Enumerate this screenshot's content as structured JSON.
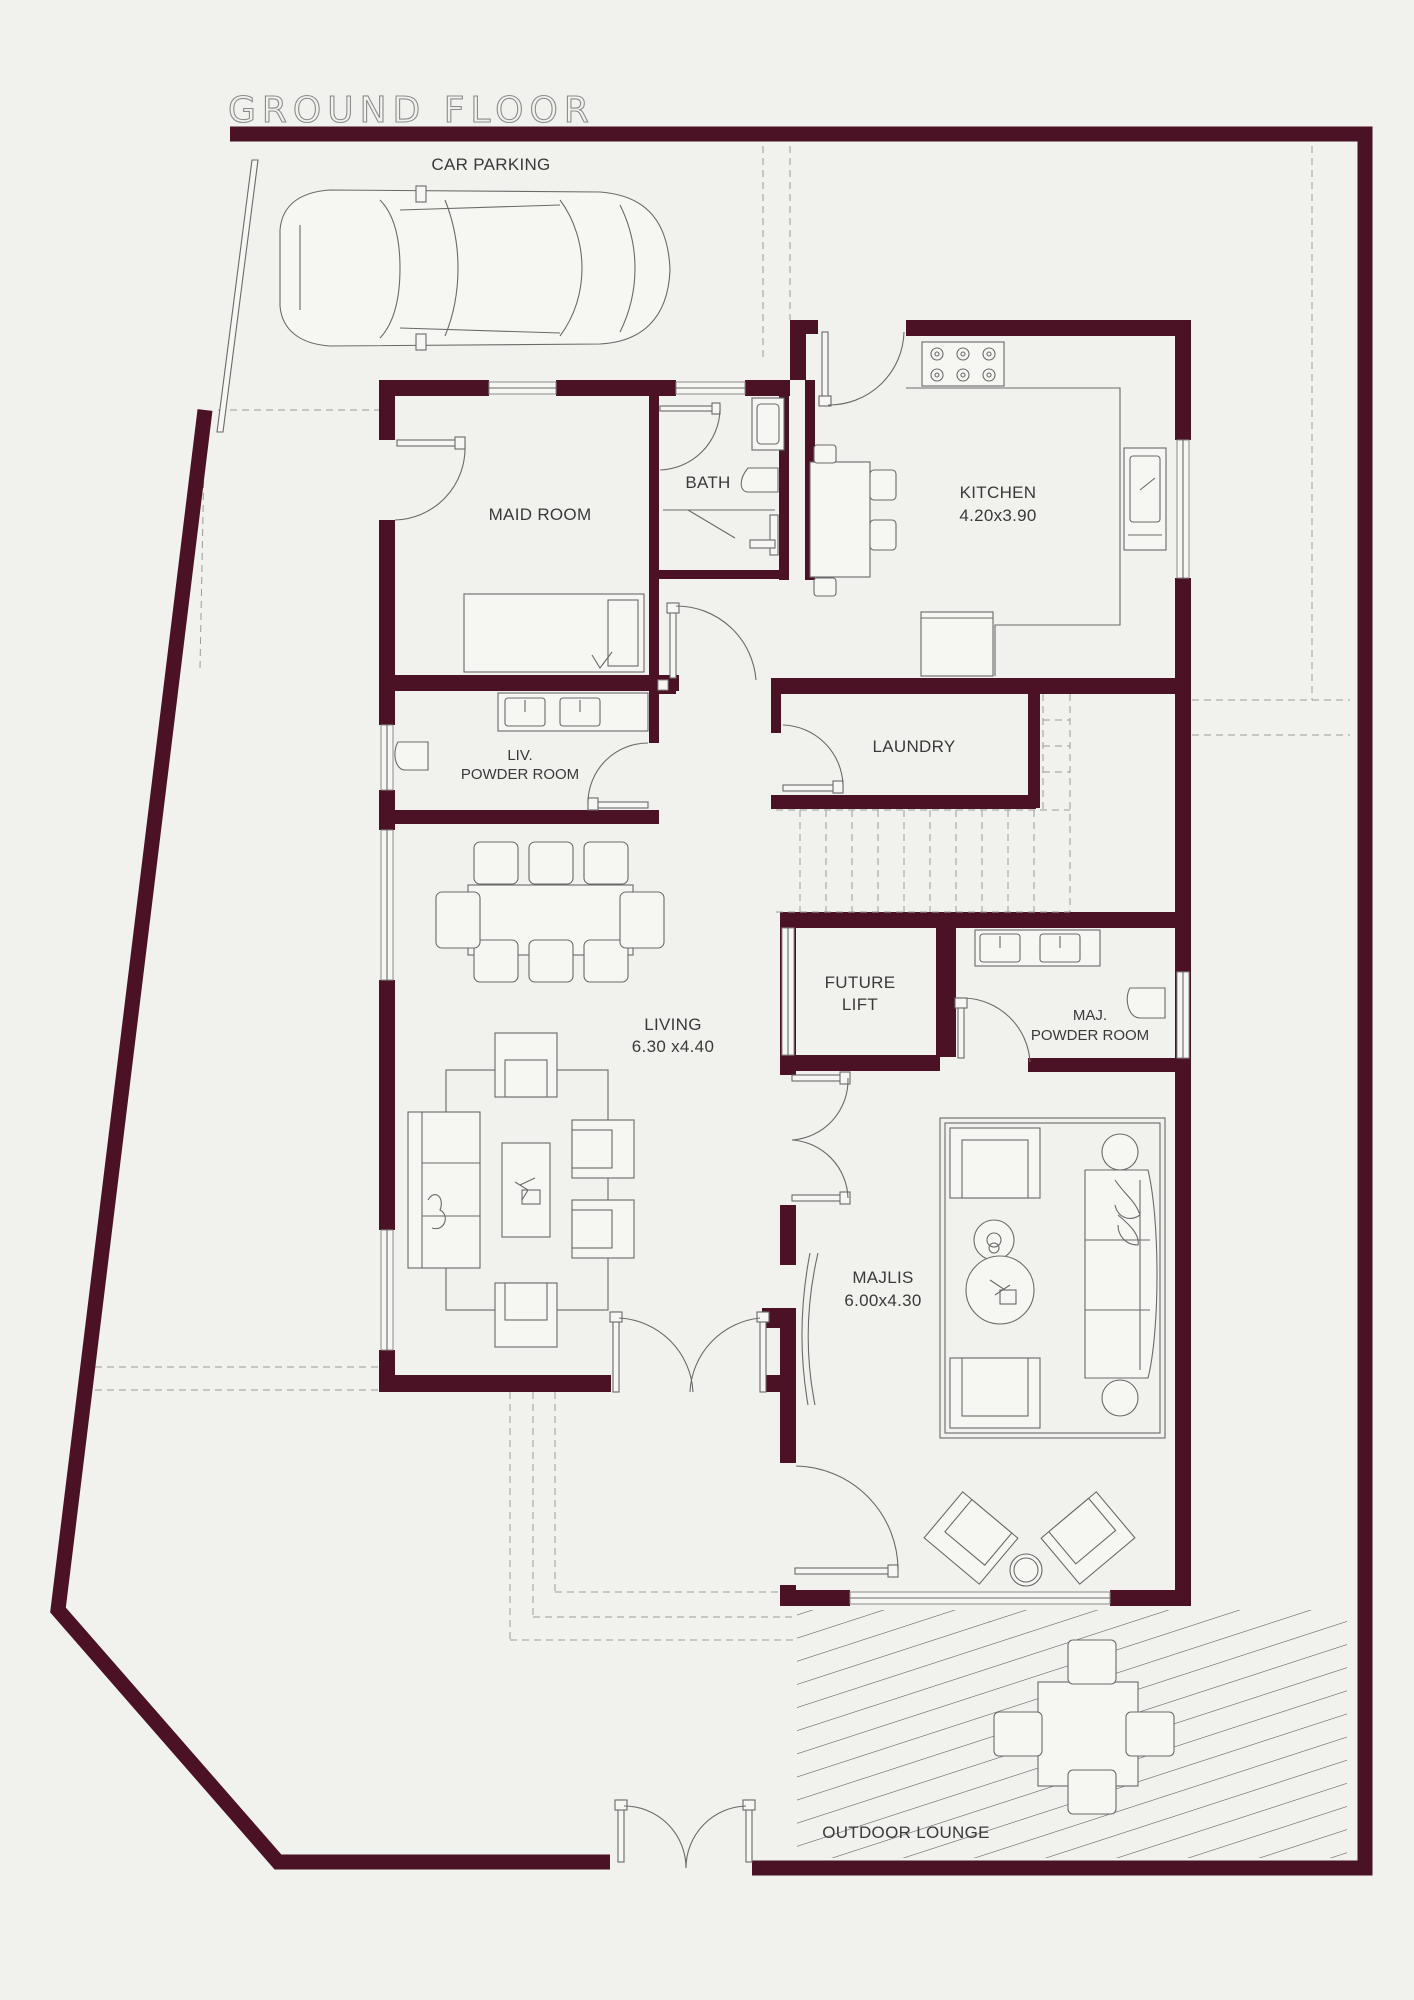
{
  "title": "GROUND FLOOR",
  "rooms": {
    "car_parking": "CAR PARKING",
    "maid_room": "MAID ROOM",
    "bath": "BATH",
    "kitchen": "KITCHEN",
    "kitchen_dim": "4.20x3.90",
    "liv_powder_1": "LIV.",
    "liv_powder_2": "POWDER ROOM",
    "laundry": "LAUNDRY",
    "living": "LIVING",
    "living_dim": "6.30 x4.40",
    "future_lift_1": "FUTURE",
    "future_lift_2": "LIFT",
    "maj_powder_1": "MAJ.",
    "maj_powder_2": "POWDER ROOM",
    "majlis": "MAJLIS",
    "majlis_dim": "6.00x4.30",
    "outdoor_lounge": "OUTDOOR LOUNGE"
  },
  "colors": {
    "wall": "#4b1226",
    "background": "#f1f1ee",
    "line": "#6a6a6a"
  }
}
